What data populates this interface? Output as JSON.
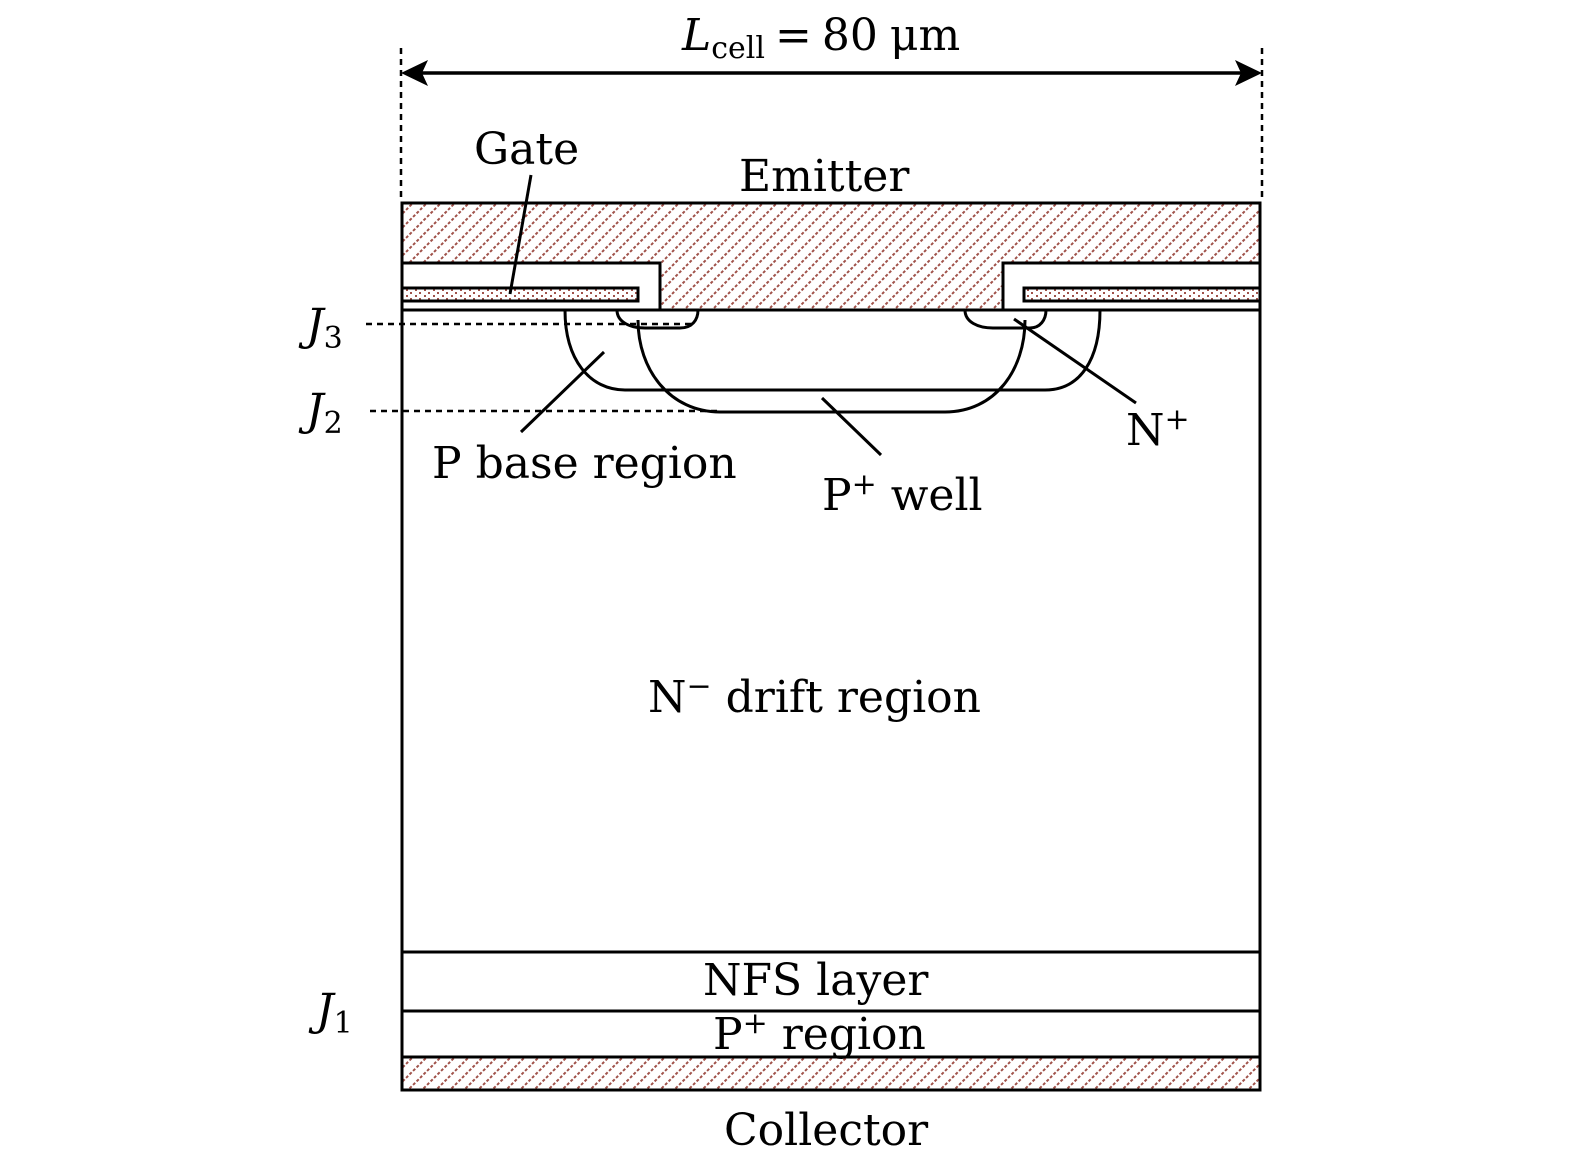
{
  "title": "IGBT cell cross-section",
  "dimension": {
    "symbol": "L",
    "subscript": "cell",
    "equals": "=",
    "value": "80",
    "unit": "μm"
  },
  "labels": {
    "gate": "Gate",
    "emitter": "Emitter",
    "p_base": "P base region",
    "p_plus_well_base": "P",
    "p_plus_well_sup": "+",
    "p_plus_well_rest": "well",
    "n_plus_base": "N",
    "n_plus_sup": "+",
    "n_drift_base": "N",
    "n_drift_sup": "−",
    "n_drift_rest": "drift region",
    "nfs_layer": "NFS layer",
    "p_plus_region_base": "P",
    "p_plus_region_sup": "+",
    "p_plus_region_rest": "region",
    "collector": "Collector"
  },
  "junctions": [
    {
      "name": "J",
      "sub": "3"
    },
    {
      "name": "J",
      "sub": "2"
    },
    {
      "name": "J",
      "sub": "1"
    }
  ],
  "colors": {
    "metal_hatch": "#a0524a",
    "poly_dots": "#a0524a",
    "outline": "#000000"
  }
}
